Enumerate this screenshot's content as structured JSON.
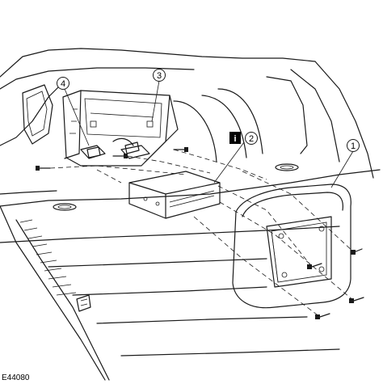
{
  "diagram": {
    "figure_code": "E44080",
    "callouts": [
      {
        "id": "callout-1",
        "text": "1"
      },
      {
        "id": "callout-2",
        "text": "2"
      },
      {
        "id": "callout-3",
        "text": "3"
      },
      {
        "id": "callout-4",
        "text": "4"
      }
    ],
    "info_icon_text": "i"
  },
  "colors": {
    "line": "#1a1a1a",
    "fill_dark": "#000000",
    "background": "#ffffff"
  }
}
